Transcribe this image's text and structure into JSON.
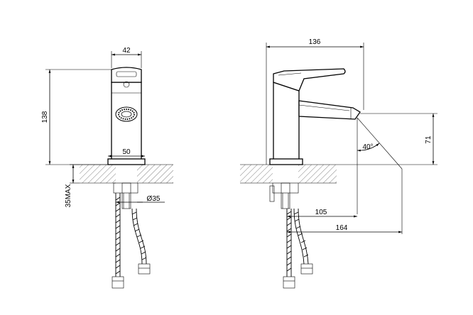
{
  "front_view": {
    "dimensions": {
      "body_width": "42",
      "total_height": "138",
      "base_width": "50",
      "max_counter_thickness": "35MAX",
      "hole_diameter": "Ø35"
    }
  },
  "side_view": {
    "dimensions": {
      "total_length": "136",
      "spout_height": "71",
      "spout_angle": "40°",
      "spout_reach": "105",
      "overall_reach": "164"
    }
  }
}
